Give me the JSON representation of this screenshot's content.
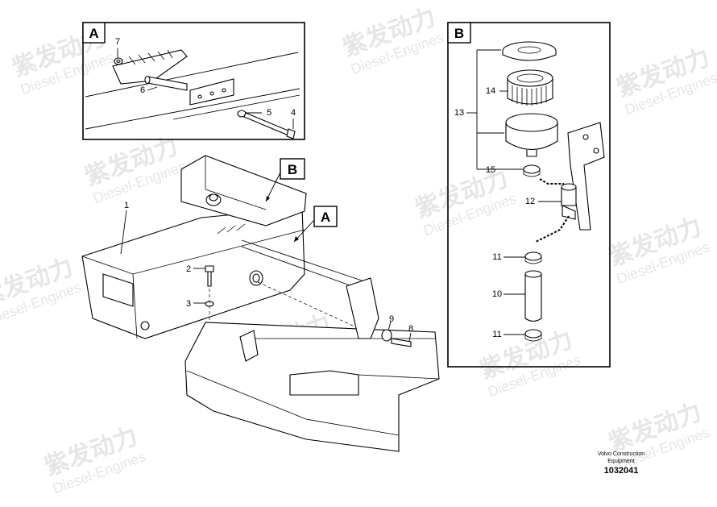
{
  "watermark": {
    "cn": "紫发动力",
    "en": "Diesel-Engines"
  },
  "detail_boxes": [
    {
      "id": "detail-a",
      "label": "A"
    },
    {
      "id": "detail-b",
      "label": "B"
    }
  ],
  "main_refs": [
    {
      "id": "ref-b",
      "label": "B"
    },
    {
      "id": "ref-a",
      "label": "A"
    }
  ],
  "callouts": {
    "a7": "7",
    "a6": "6",
    "a5": "5",
    "a4": "4",
    "m1": "1",
    "m2": "2",
    "m3": "3",
    "m9": "9",
    "m8": "8",
    "b13": "13",
    "b14": "14",
    "b15": "15",
    "b12": "12",
    "b11a": "11",
    "b10": "10",
    "b11b": "11"
  },
  "footer": {
    "brand_line1": "Volvo Construction",
    "brand_line2": "Equipment",
    "drawing_number": "1032041"
  }
}
